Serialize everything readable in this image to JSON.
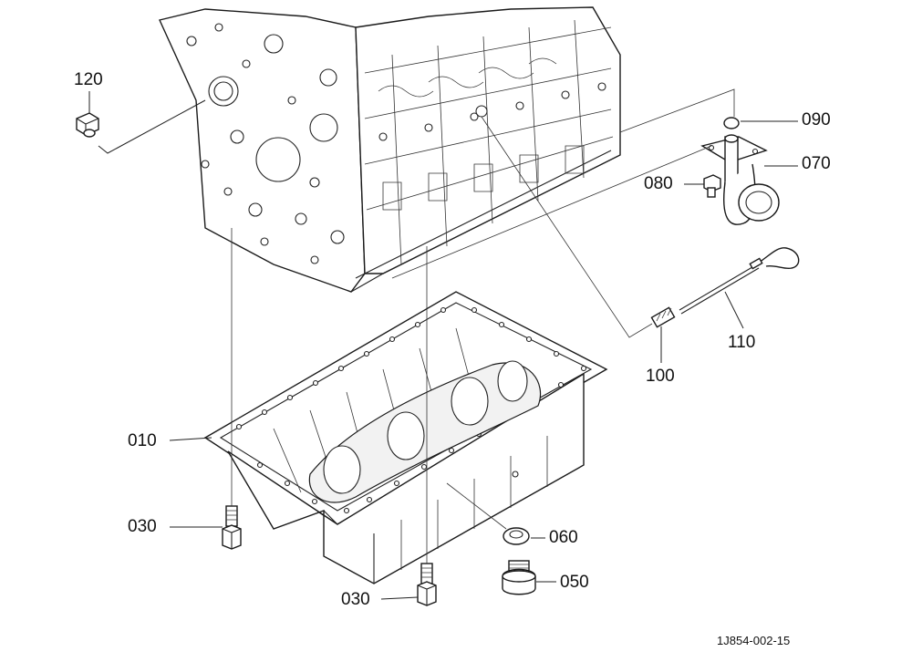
{
  "diagram": {
    "drawing_code": "1J854-002-15",
    "parts": [
      {
        "id": "120",
        "name": "plug"
      },
      {
        "id": "090",
        "name": "o-ring"
      },
      {
        "id": "070",
        "name": "oil-strainer"
      },
      {
        "id": "080",
        "name": "bolt"
      },
      {
        "id": "110",
        "name": "dipstick"
      },
      {
        "id": "100",
        "name": "dipstick-guide"
      },
      {
        "id": "010",
        "name": "oil-pan"
      },
      {
        "id": "030",
        "name": "stud-bolt"
      },
      {
        "id": "060",
        "name": "gasket-washer"
      },
      {
        "id": "050",
        "name": "drain-plug"
      }
    ],
    "labels": {
      "p120": "120",
      "p090": "090",
      "p070": "070",
      "p080": "080",
      "p110": "110",
      "p100": "100",
      "p010": "010",
      "p030a": "030",
      "p030b": "030",
      "p060": "060",
      "p050": "050"
    }
  }
}
